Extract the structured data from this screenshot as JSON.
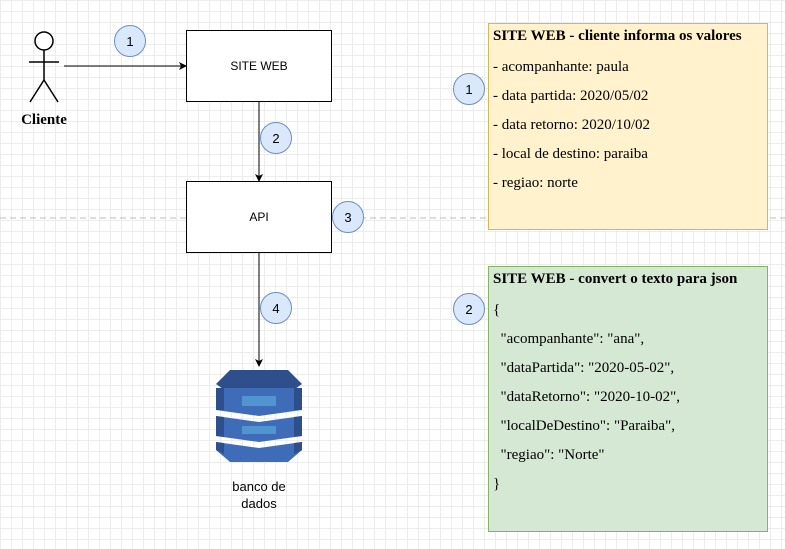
{
  "actor": {
    "label": "Cliente"
  },
  "boxes": {
    "site": "SITE WEB",
    "api": "API"
  },
  "database": {
    "label": "banco de\ndados"
  },
  "badges": {
    "b1": "1",
    "b2": "2",
    "b3": "3",
    "b4": "4",
    "n1": "1",
    "n2": "2"
  },
  "note1": {
    "title": "SITE WEB - cliente informa os valores",
    "lines": [
      "- acompanhante: paula",
      "- data partida: 2020/05/02",
      "- data retorno: 2020/10/02",
      "- local de destino: paraiba",
      "- regiao: norte"
    ]
  },
  "note2": {
    "title": "SITE WEB - convert o texto para json",
    "lines": [
      "{",
      "  \"acompanhante\": \"ana\",",
      "  \"dataPartida\": \"2020-05-02\",",
      "  \"dataRetorno\": \"2020-10-02\",",
      "  \"localDeDestino\": \"Paraiba\",",
      "  \"regiao\": \"Norte\"",
      "}"
    ]
  },
  "colors": {
    "badge_fill": "#dae8fc",
    "badge_stroke": "#6c8ebf",
    "note1_fill": "#fff2cc",
    "note1_stroke": "#d6b656",
    "note2_fill": "#d5e8d4",
    "note2_stroke": "#82b366",
    "db_dark": "#2e4f8c",
    "db_mid": "#3f6cb8",
    "db_light": "#5294cf"
  }
}
